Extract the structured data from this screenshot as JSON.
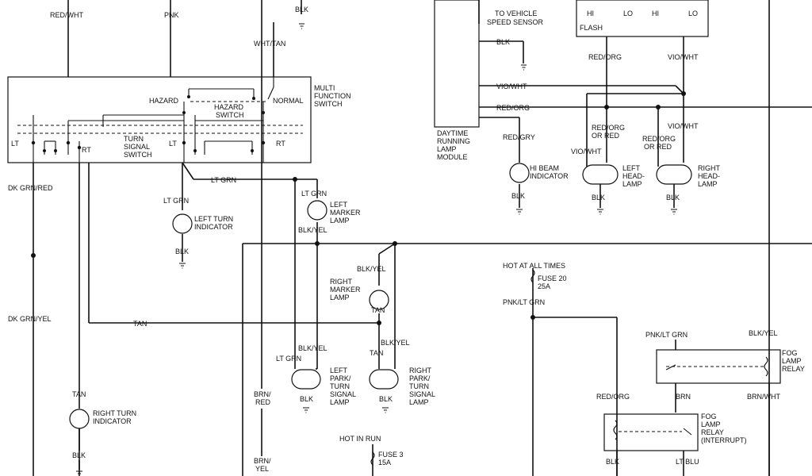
{
  "labels": {
    "red_wht": "RED/WHT",
    "pnk": "PNK",
    "blk_top": "BLK",
    "wht_tan": "WHT/TAN",
    "multi_function_switch": "MULTI\nFUNCTION\nSWITCH",
    "hazard": "HAZARD",
    "normal": "NORMAL",
    "hazard_switch": "HAZARD\nSWITCH",
    "turn_signal_switch": "TURN\nSIGNAL\nSWITCH",
    "lt_left": "LT",
    "rt_left": "RT",
    "lt_right": "LT",
    "rt_right": "RT",
    "dk_grn_red": "DK GRN/RED",
    "lt_grn_wire": "LT GRN",
    "lt_grn_ind": "LT GRN",
    "left_turn_indicator": "LEFT TURN\nINDICATOR",
    "blk_left_turn": "BLK",
    "lt_grn_marker": "LT GRN",
    "left_marker_lamp": "LEFT\nMARKER\nLAMP",
    "blk_yel_left_marker": "BLK/YEL",
    "dk_grn_yel": "DK GRN/YEL",
    "tan_wire": "TAN",
    "blk_yel_right_marker": "BLK/YEL",
    "right_marker_lamp": "RIGHT\nMARKER\nLAMP",
    "tan_right_marker": "TAN",
    "blk_yel_left_park": "BLK/YEL",
    "lt_grn_left_park": "LT GRN",
    "left_park_lamp": "LEFT\nPARK/\nTURN\nSIGNAL\nLAMP",
    "blk_left_park": "BLK",
    "blk_yel_right_park": "BLK/YEL",
    "tan_right_park": "TAN",
    "right_park_lamp": "RIGHT\nPARK/\nTURN\nSIGNAL\nLAMP",
    "blk_right_park": "BLK",
    "tan_right_turn": "TAN",
    "right_turn_indicator": "RIGHT TURN\nINDICATOR",
    "blk_right_turn": "BLK",
    "brn_red": "BRN/\nRED",
    "brn_yel": "BRN/\nYEL",
    "hot_in_run": "HOT IN RUN",
    "fuse3": "FUSE 3\n15A",
    "to_vehicle_speed_sensor": "TO VEHICLE\nSPEED SENSOR",
    "blk_drl": "BLK",
    "vio_wht_drl": "VIO/WHT",
    "red_org_drl": "RED/ORG",
    "drl_module": "DAYTIME\nRUNNING\nLAMP\nMODULE",
    "red_gry": "RED/GRY",
    "hi_beam_indicator": "HI BEAM\nINDICATOR",
    "blk_hi_beam": "BLK",
    "hi1": "HI",
    "lo1": "LO",
    "hi2": "HI",
    "lo2": "LO",
    "flash": "FLASH",
    "red_org_headlamp": "RED/ORG",
    "vio_wht_headlamp": "VIO/WHT",
    "red_org_or_red_left": "RED/ORG\nOR RED",
    "vio_wht_left": "VIO/WHT",
    "left_head_lamp": "LEFT\nHEAD-\nLAMP",
    "blk_left_head": "BLK",
    "vio_wht_right": "VIO/WHT",
    "red_org_or_red_right": "RED/ORG\nOR RED",
    "right_head_lamp": "RIGHT\nHEAD-\nLAMP",
    "blk_right_head": "BLK",
    "hot_at_all_times": "HOT AT ALL TIMES",
    "fuse20": "FUSE 20\n25A",
    "pnk_lt_grn_fuse": "PNK/LT GRN",
    "pnk_lt_grn_relay": "PNK/LT GRN",
    "blk_yel_relay": "BLK/YEL",
    "fog_lamp_relay": "FOG\nLAMP\nRELAY",
    "red_org_fog": "RED/ORG",
    "brn_fog": "BRN",
    "brn_wht": "BRN/WHT",
    "fog_lamp_relay_interrupt": "FOG\nLAMP\nRELAY\n(INTERRUPT)",
    "blk_fog_bottom": "BLK",
    "lt_blu": "LT BLU"
  }
}
